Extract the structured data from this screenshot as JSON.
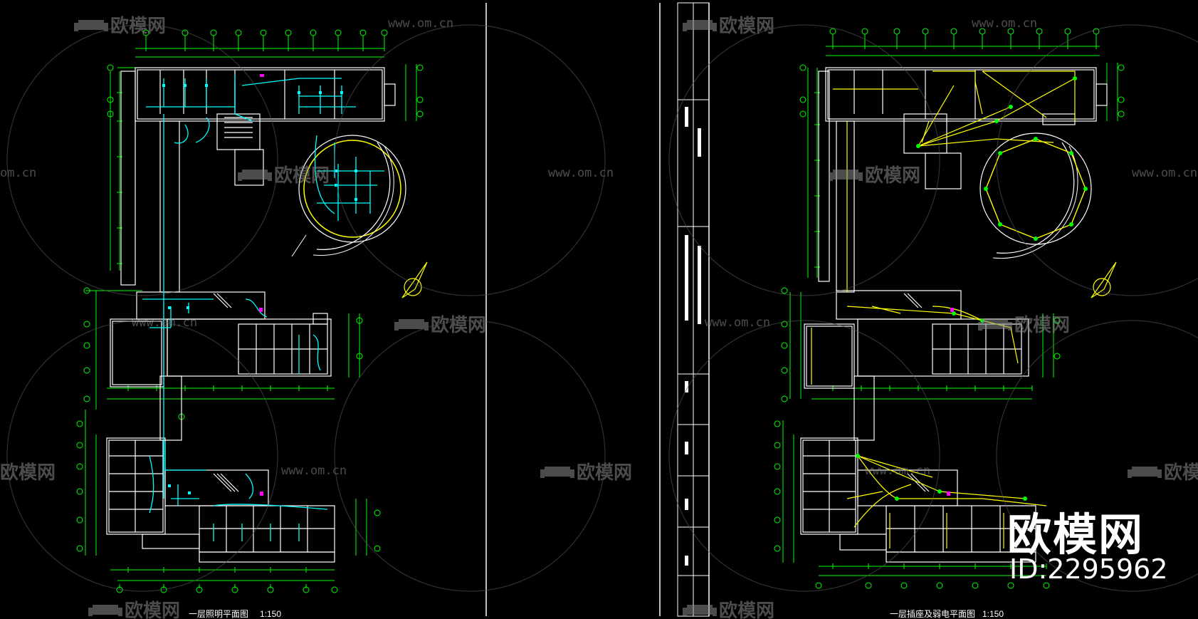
{
  "watermark": {
    "brand": "欧模网",
    "url": "www.om.cn",
    "url_short": "om.cn"
  },
  "branding": {
    "big_text": "欧模网",
    "id_text": "ID:2295962"
  },
  "drawings": {
    "left_title": "一层照明平面图",
    "right_title": "一层插座及弱电平面图",
    "scale": "1:150"
  },
  "colors": {
    "background": "#000000",
    "walls": "#ffffff",
    "dimension": "#00ff00",
    "wiring_left": "#00ffff",
    "wiring_right": "#ffff00",
    "accent": "#ff00ff",
    "watermark": "#7a7a7a"
  }
}
